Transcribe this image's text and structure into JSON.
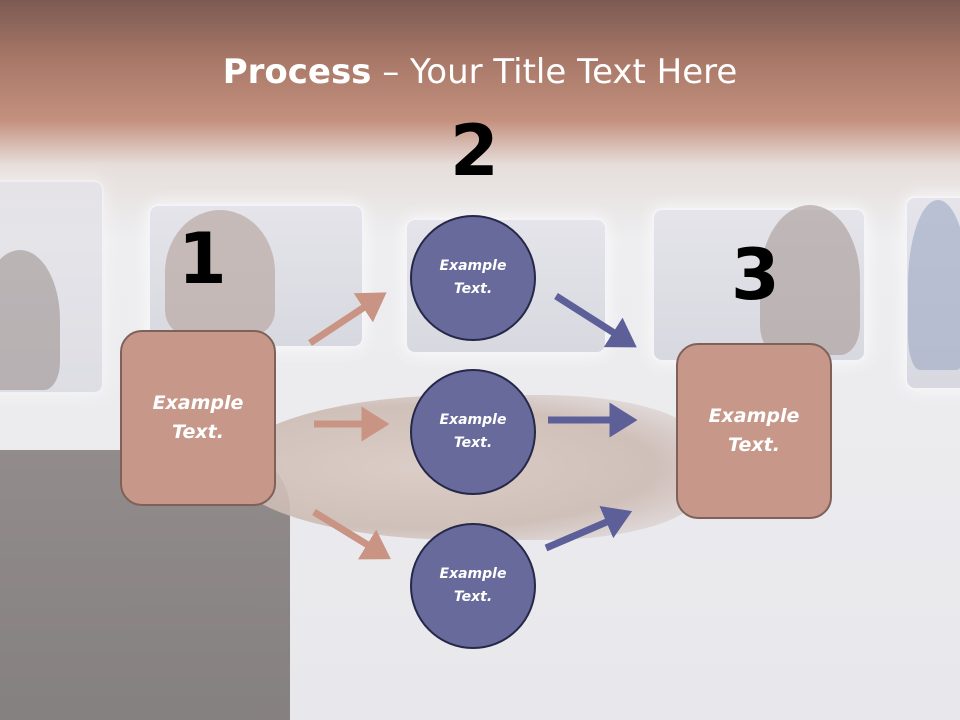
{
  "slide": {
    "title_bold": "Process",
    "title_rest": " – Your Title Text Here"
  },
  "steps": {
    "step1_number": "1",
    "step2_number": "2",
    "step3_number": "3"
  },
  "nodes": {
    "left_box_line1": "Example",
    "left_box_line2": "Text.",
    "circle_top_line1": "Example",
    "circle_top_line2": "Text.",
    "circle_middle_line1": "Example",
    "circle_middle_line2": "Text.",
    "circle_bottom_line1": "Example",
    "circle_bottom_line2": "Text.",
    "right_box_line1": "Example",
    "right_box_line2": "Text."
  },
  "colors": {
    "box_fill": "#c79889",
    "circle_fill": "#686a9c",
    "arrow_left": "#c99483",
    "arrow_right": "#5d5f98"
  }
}
